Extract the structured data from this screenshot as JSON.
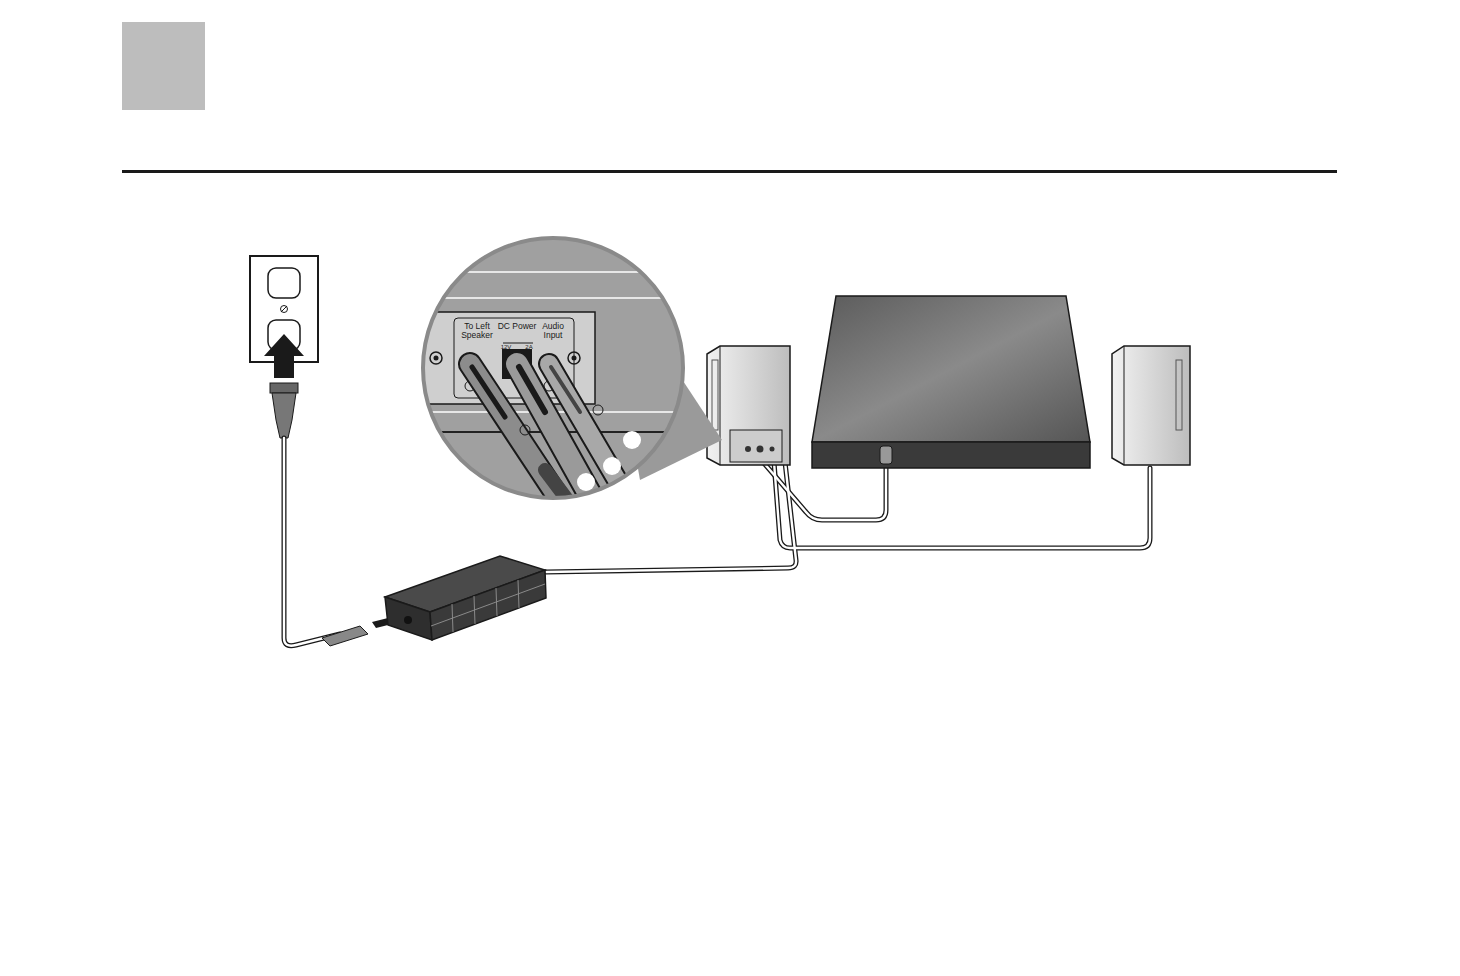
{
  "diagram": {
    "labels": [
      "To Left Speaker",
      "DC Power",
      "12V",
      "2A",
      "Audio Input"
    ]
  }
}
